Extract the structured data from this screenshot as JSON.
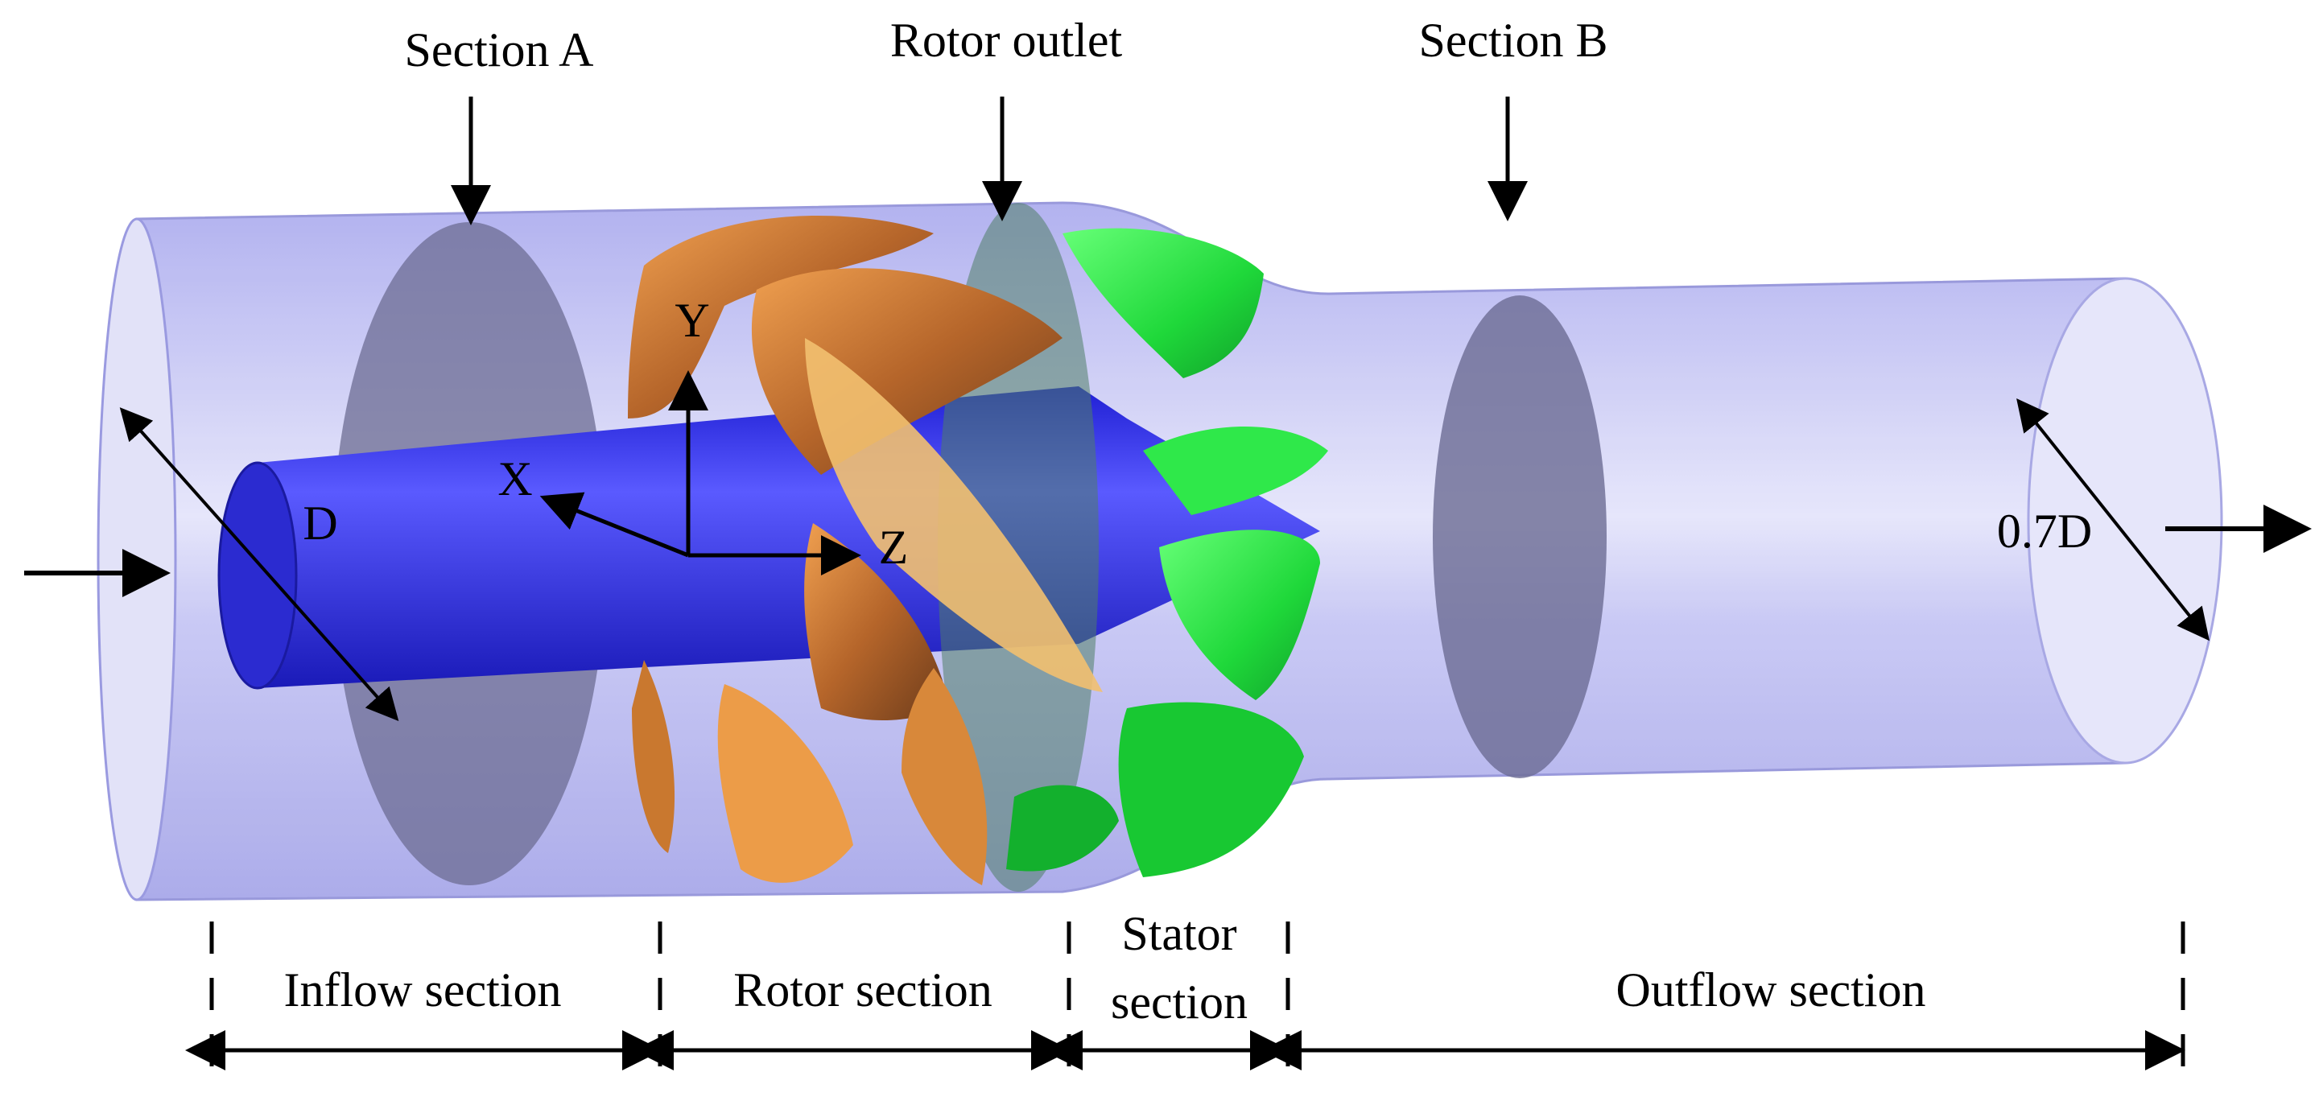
{
  "labels": {
    "section_a": "Section A",
    "rotor_outlet": "Rotor outlet",
    "section_b": "Section B",
    "axis_x": "X",
    "axis_y": "Y",
    "axis_z": "Z",
    "diameter_inlet": "D",
    "diameter_outlet": "0.7D"
  },
  "sections": {
    "inflow": "Inflow section",
    "rotor": "Rotor section",
    "stator_line1": "Stator",
    "stator_line2": "section",
    "outflow": "Outflow section"
  },
  "colors": {
    "pipe": "#b9b9f2",
    "hub": "#2f2ff0",
    "rotor_blades": "#d07e2e",
    "stator_blades": "#22dd44",
    "section_plane": "#6c6c93"
  }
}
